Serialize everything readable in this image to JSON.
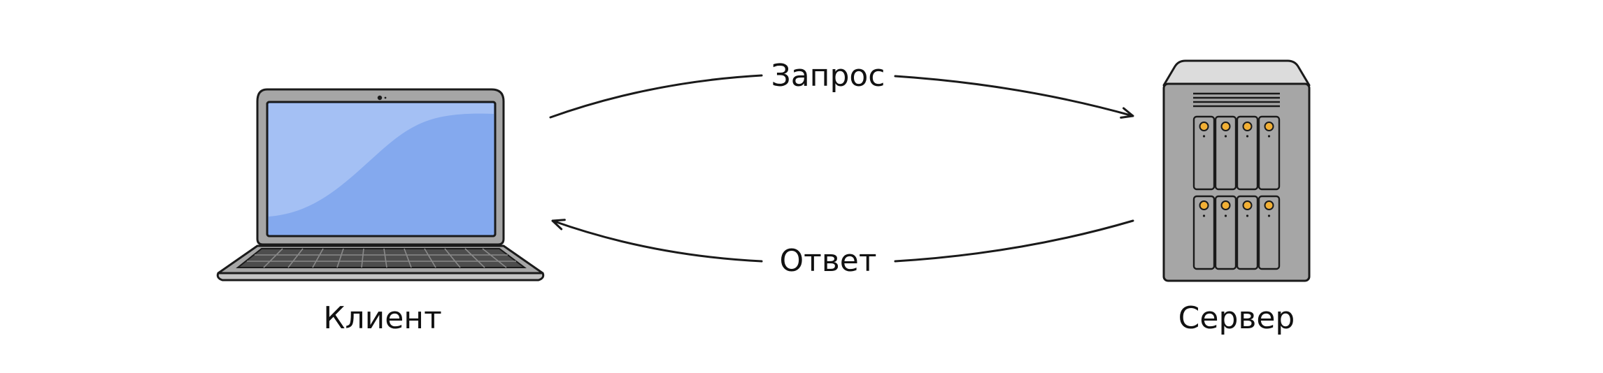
{
  "nodes": {
    "client": {
      "label": "Клиент",
      "icon": "laptop-icon"
    },
    "server": {
      "label": "Сервер",
      "icon": "server-icon"
    }
  },
  "edges": {
    "request": {
      "label": "Запрос",
      "from": "client",
      "to": "server"
    },
    "response": {
      "label": "Ответ",
      "from": "server",
      "to": "client"
    }
  },
  "colors": {
    "stroke": "#1a1a1a",
    "device_gray": "#a6a6a6",
    "screen_blue": "#84a9ee",
    "screen_highlight": "#a4c0f4",
    "led_orange": "#f2b035",
    "server_top": "#dcdcdc",
    "keyboard_dark": "#4d4d4d"
  }
}
